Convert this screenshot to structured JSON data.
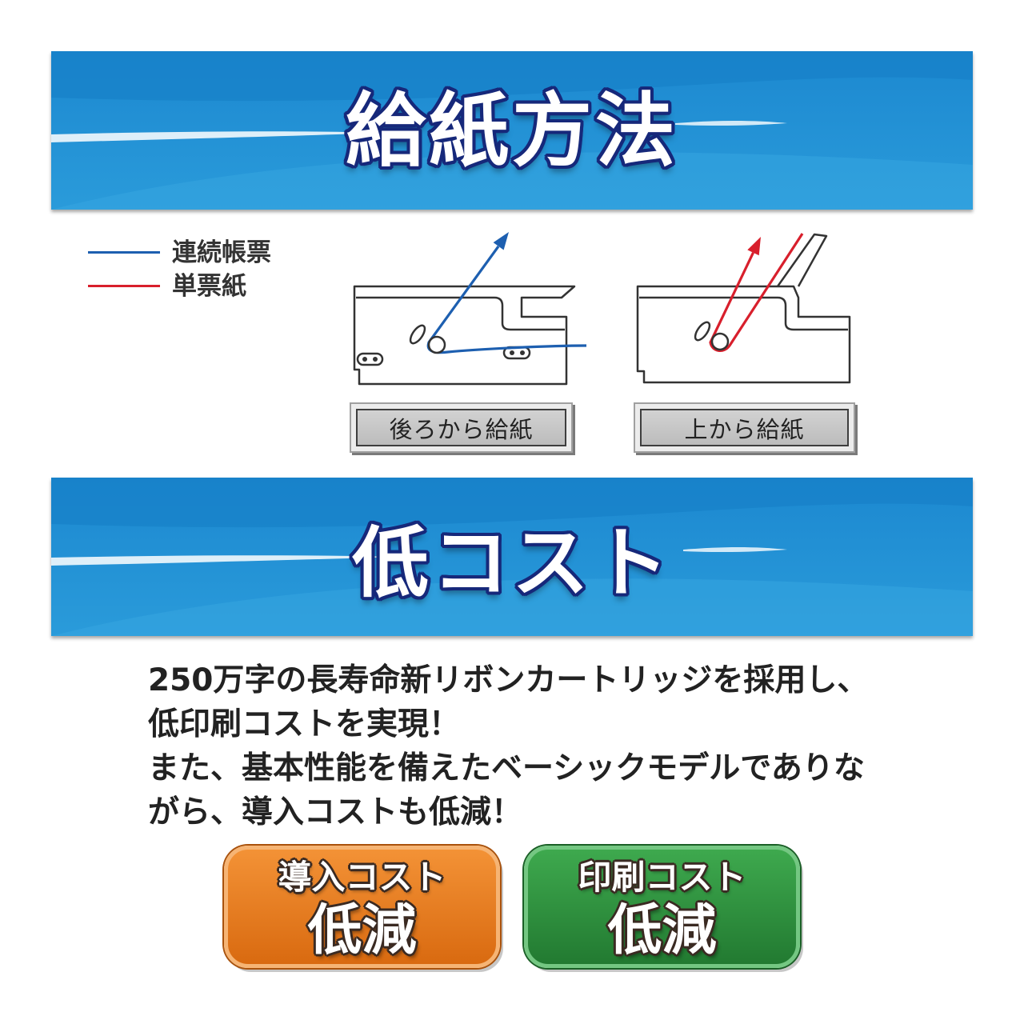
{
  "sections": {
    "feed": {
      "title": "給紙方法"
    },
    "cost": {
      "title": "低コスト"
    }
  },
  "legend": [
    {
      "label": "連続帳票",
      "color": "#1d5fb0"
    },
    {
      "label": "単票紙",
      "color": "#d81f2c"
    }
  ],
  "feed_methods": [
    {
      "label": "後ろから給紙"
    },
    {
      "label": "上から給紙"
    }
  ],
  "cost_text": [
    "250万字の長寿命新リボンカートリッジを採用し、",
    "低印刷コストを実現！",
    "また、基本性能を備えたベーシックモデルでありな",
    "がら、導入コストも低減！"
  ],
  "badges": [
    {
      "line1": "導入コスト",
      "line2": "低減",
      "color": "#e07a1f"
    },
    {
      "line1": "印刷コスト",
      "line2": "低減",
      "color": "#2f8f3e"
    }
  ],
  "colors": {
    "banner": "#2196d6",
    "title_outline": "#16287a"
  }
}
